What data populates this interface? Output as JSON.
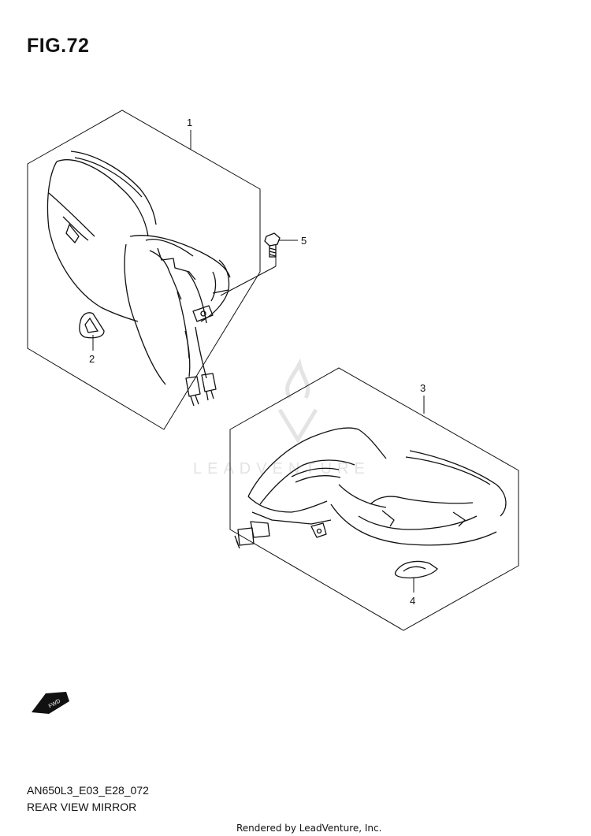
{
  "figure": {
    "title": "FIG.72"
  },
  "footer": {
    "code": "AN650L3_E03_E28_072",
    "name": "REAR VIEW MIRROR",
    "rendered_by": "Rendered by LeadVenture, Inc."
  },
  "watermark": {
    "text": "LEADVENTURE"
  },
  "callouts": [
    {
      "label": "1",
      "part": "left-mirror-assembly"
    },
    {
      "label": "2",
      "part": "left-cap"
    },
    {
      "label": "3",
      "part": "right-mirror-assembly"
    },
    {
      "label": "4",
      "part": "right-cap"
    },
    {
      "label": "5",
      "part": "bolt"
    }
  ],
  "fwd_marker": {
    "label": "FWD"
  },
  "colors": {
    "line": "#111111",
    "watermark": "#e3e3e3"
  }
}
